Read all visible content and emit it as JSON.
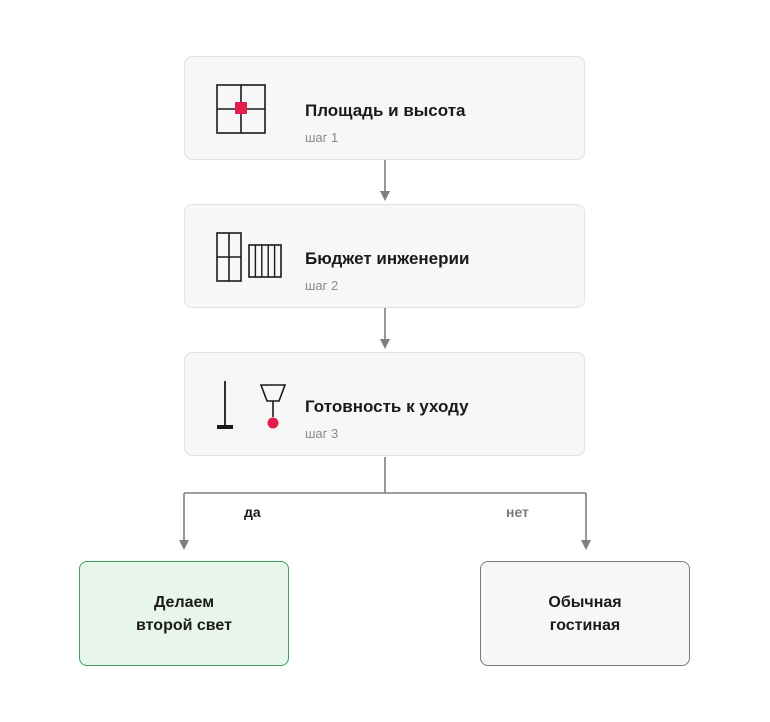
{
  "steps": [
    {
      "title": "Площадь и высота",
      "subtitle": "шаг 1",
      "icon": "floorplan-grid-icon"
    },
    {
      "title": "Бюджет инженерии",
      "subtitle": "шаг 2",
      "icon": "panels-grid-icon"
    },
    {
      "title": "Готовность к уходу",
      "subtitle": "шаг 3",
      "icon": "mop-lamp-icon"
    }
  ],
  "branches": {
    "yes_label": "да",
    "no_label": "нет"
  },
  "outcomes": {
    "yes": {
      "text": "Делаем\nвторой свет"
    },
    "no": {
      "text": "Обычная\nгостиная"
    }
  },
  "colors": {
    "accent": "#e31e4a",
    "connector": "#7f7f7f",
    "yes_border": "#3f9e57",
    "yes_fill": "#e8f5ea",
    "no_border": "#7a7a7a",
    "card_fill": "#f7f7f7"
  }
}
